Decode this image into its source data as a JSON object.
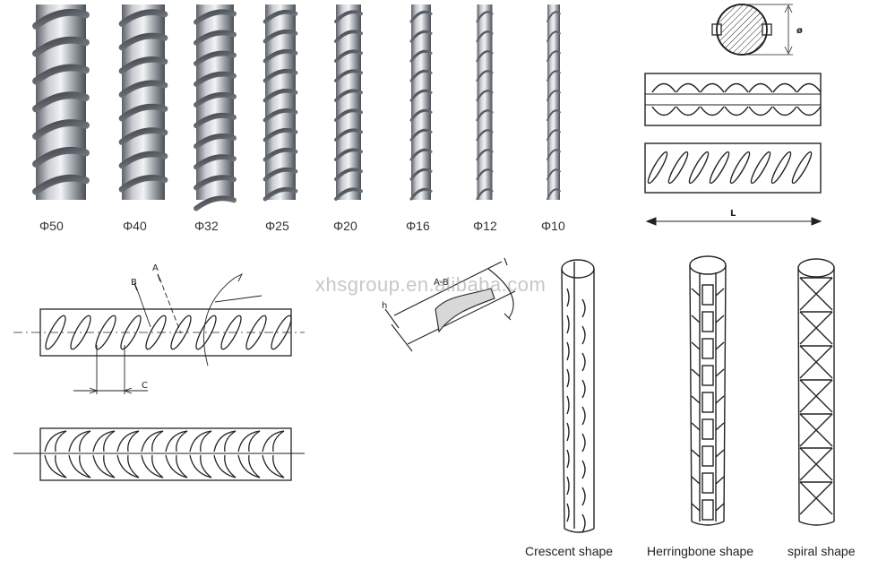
{
  "rebar_sizes": [
    "Φ50",
    "Φ40",
    "Φ32",
    "Φ25",
    "Φ20",
    "Φ16",
    "Φ12",
    "Φ10"
  ],
  "cross_section": {
    "diameter_symbol": "ø",
    "length_symbol": "L"
  },
  "rib_diagram": {
    "label_a": "A",
    "label_b": "B",
    "label_c": "C"
  },
  "rib_profile": {
    "section_label": "A-B",
    "height_label": "h"
  },
  "watermark": "xhsgroup.en.alibaba.com",
  "shapes": [
    "Crescent shape",
    "Herringbone shape",
    "spiral shape"
  ]
}
